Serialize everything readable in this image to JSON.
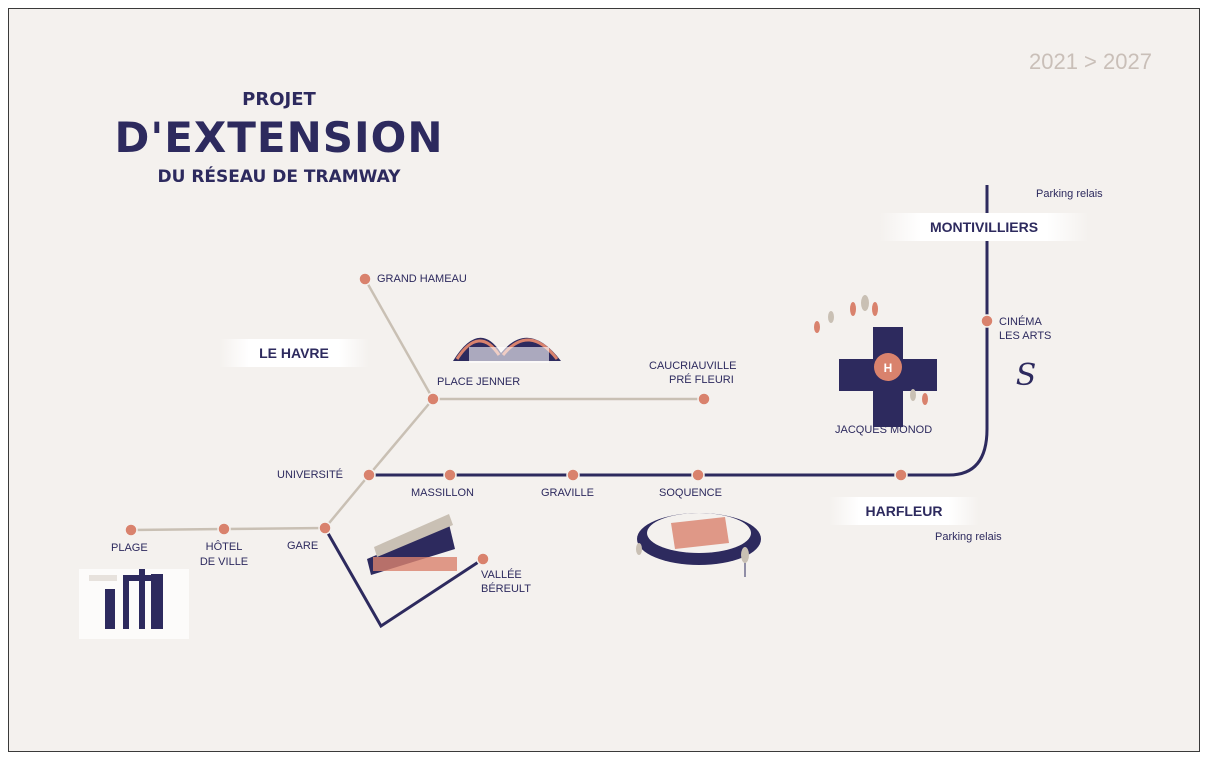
{
  "header": {
    "title_line1": "PROJET",
    "title_line2": "D'EXTENSION",
    "title_line3": "DU RÉSEAU DE TRAMWAY",
    "period": "2021 > 2027"
  },
  "cities": {
    "le_havre": "LE HAVRE",
    "harfleur": "HARFLEUR",
    "montivilliers": "MONTIVILLIERS"
  },
  "parking": {
    "montivilliers": "Parking relais",
    "harfleur": "Parking relais"
  },
  "stops": {
    "plage": "PLAGE",
    "hotel_de_ville_1": "HÔTEL",
    "hotel_de_ville_2": "DE VILLE",
    "gare": "GARE",
    "universite": "UNIVERSITÉ",
    "grand_hameau": "GRAND HAMEAU",
    "place_jenner": "PLACE JENNER",
    "caucriauville_1": "CAUCRIAUVILLE",
    "caucriauville_2": "PRÉ FLEURI",
    "massillon": "MASSILLON",
    "graville": "GRAVILLE",
    "soquence": "SOQUENCE",
    "vallee_bereult_1": "VALLÉE",
    "vallee_bereult_2": "BÉREULT",
    "jacques_monod": "JACQUES MONOD",
    "cinema_1": "CINÉMA",
    "cinema_2": "LES ARTS"
  },
  "colors": {
    "existing_line": "#c9c0b4",
    "new_line": "#2d2a5e",
    "stop": "#d9826d",
    "text": "#2d2a5e"
  },
  "icons": [
    "gate-landmark-icon",
    "exhibition-hall-icon",
    "dock-building-icon",
    "stadium-icon",
    "hospital-icon",
    "cinema-logo-icon",
    "trees-icon"
  ]
}
